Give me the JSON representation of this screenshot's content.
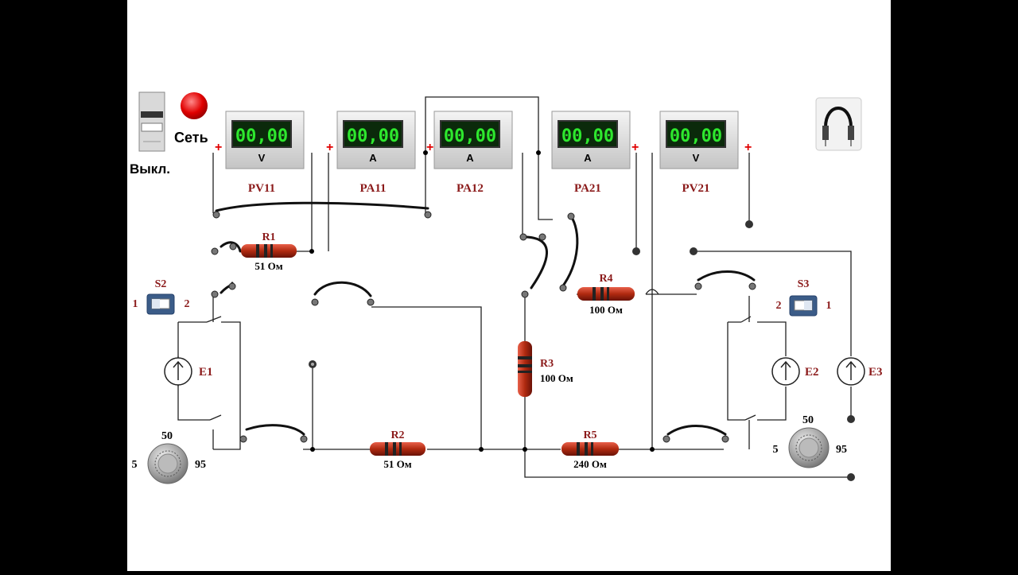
{
  "power": {
    "label": "Сеть",
    "state_label": "Выкл.",
    "indicator_color": "#e00000"
  },
  "meters": [
    {
      "id": "PV11",
      "label": "PV11",
      "unit": "V",
      "value": "00,00"
    },
    {
      "id": "PA11",
      "label": "PA11",
      "unit": "A",
      "value": "00,00"
    },
    {
      "id": "PA12",
      "label": "PA12",
      "unit": "A",
      "value": "00,00"
    },
    {
      "id": "PA21",
      "label": "PA21",
      "unit": "A",
      "value": "00,00"
    },
    {
      "id": "PV21",
      "label": "PV21",
      "unit": "V",
      "value": "00,00"
    }
  ],
  "plus_sign": "+",
  "resistors": [
    {
      "id": "R1",
      "label": "R1",
      "value": "51 Ом"
    },
    {
      "id": "R2",
      "label": "R2",
      "value": "51 Ом"
    },
    {
      "id": "R3",
      "label": "R3",
      "value": "100 Ом"
    },
    {
      "id": "R4",
      "label": "R4",
      "value": "100 Ом"
    },
    {
      "id": "R5",
      "label": "R5",
      "value": "240 Ом"
    }
  ],
  "sources": [
    {
      "id": "E1",
      "label": "E1"
    },
    {
      "id": "E2",
      "label": "E2"
    },
    {
      "id": "E3",
      "label": "E3"
    }
  ],
  "switches": [
    {
      "id": "S2",
      "label": "S2",
      "left": "1",
      "right": "2"
    },
    {
      "id": "S3",
      "label": "S3",
      "left": "2",
      "right": "1"
    }
  ],
  "knobs": [
    {
      "id": "knob-e1",
      "min": "5",
      "mid": "50",
      "max": "95"
    },
    {
      "id": "knob-e2",
      "min": "5",
      "mid": "50",
      "max": "95"
    }
  ],
  "colors": {
    "label_red": "#8b1a1a",
    "display_green": "#2ee82e",
    "display_bg": "#0b2a0b",
    "resistor": "#b02a10"
  },
  "icons": [
    "breaker-icon",
    "power-indicator-icon",
    "jumper-cable-icon",
    "switch-icon",
    "knob-icon"
  ]
}
